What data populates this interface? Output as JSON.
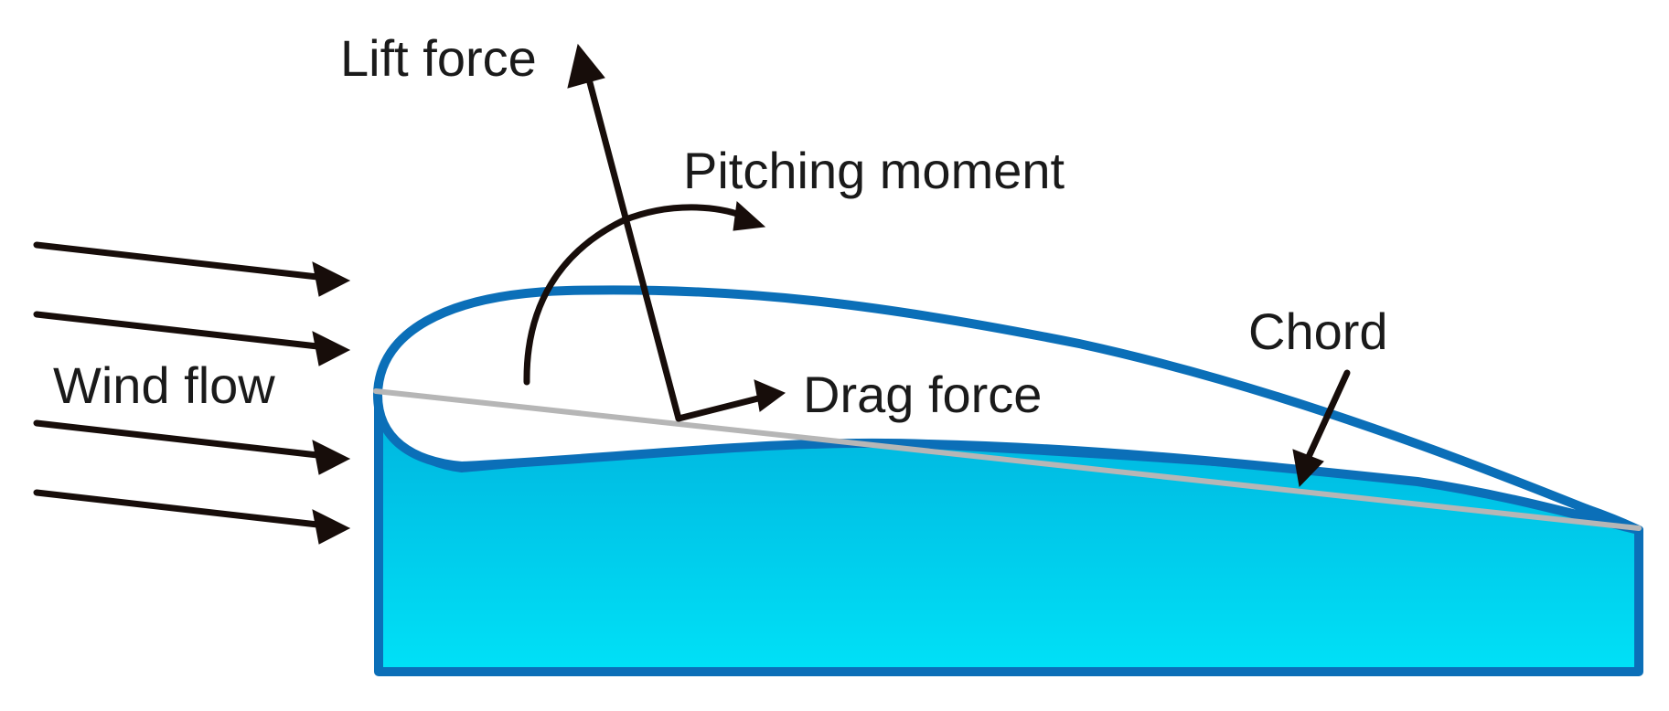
{
  "labels": {
    "lift_force": "Lift force",
    "pitching_moment": "Pitching moment",
    "wind_flow": "Wind flow",
    "drag_force": "Drag force",
    "chord": "Chord"
  },
  "colors": {
    "background": "#ffffff",
    "outline_blue": "#0b6fb8",
    "fill_light_cyan": "#00e1f7",
    "fill_mid_blue": "#00b2dd",
    "chord_gray": "#b6b6b6",
    "arrow_black": "#170d0a"
  }
}
